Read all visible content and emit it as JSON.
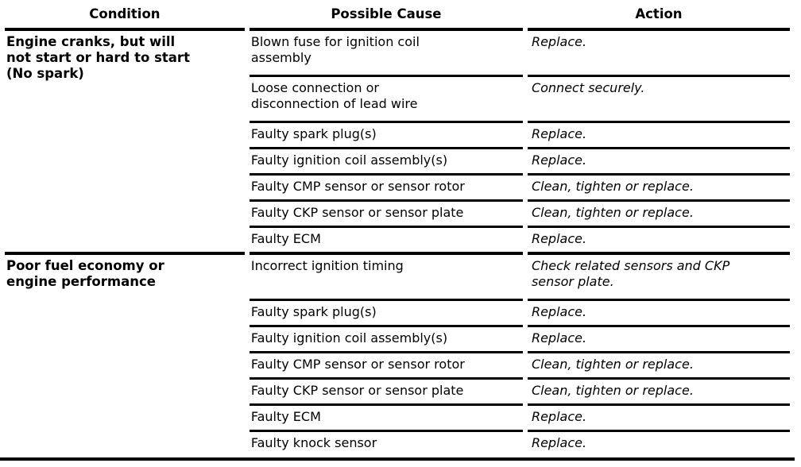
{
  "colors": {
    "text": "#000000",
    "background": "#ffffff",
    "rule": "#000000"
  },
  "table": {
    "headers": [
      "Condition",
      "Possible Cause",
      "Action"
    ],
    "sections": [
      {
        "condition": "Engine cranks, but will\nnot start or hard to start\n(No spark)",
        "rows": [
          {
            "cause": "Blown fuse for ignition coil\nassembly",
            "action": "Replace.",
            "tall": true
          },
          {
            "cause": "Loose connection or\ndisconnection of lead wire",
            "action": "Connect securely.",
            "tall": true
          },
          {
            "cause": "Faulty spark plug(s)",
            "action": "Replace."
          },
          {
            "cause": "Faulty ignition coil assembly(s)",
            "action": "Replace."
          },
          {
            "cause": "Faulty CMP sensor or sensor rotor",
            "action": "Clean, tighten or replace."
          },
          {
            "cause": "Faulty CKP sensor or sensor plate",
            "action": "Clean, tighten or replace."
          },
          {
            "cause": "Faulty ECM",
            "action": "Replace."
          }
        ]
      },
      {
        "condition": "Poor fuel economy or\nengine performance",
        "rows": [
          {
            "cause": "Incorrect ignition timing",
            "action": "Check related sensors and CKP\nsensor plate.",
            "tall": true
          },
          {
            "cause": "Faulty spark plug(s)",
            "action": "Replace."
          },
          {
            "cause": "Faulty ignition coil assembly(s)",
            "action": "Replace."
          },
          {
            "cause": "Faulty CMP sensor or sensor rotor",
            "action": "Clean, tighten or replace."
          },
          {
            "cause": "Faulty CKP sensor or sensor plate",
            "action": "Clean, tighten or replace."
          },
          {
            "cause": "Faulty ECM",
            "action": "Replace."
          },
          {
            "cause": "Faulty knock sensor",
            "action": "Replace."
          }
        ]
      }
    ]
  }
}
